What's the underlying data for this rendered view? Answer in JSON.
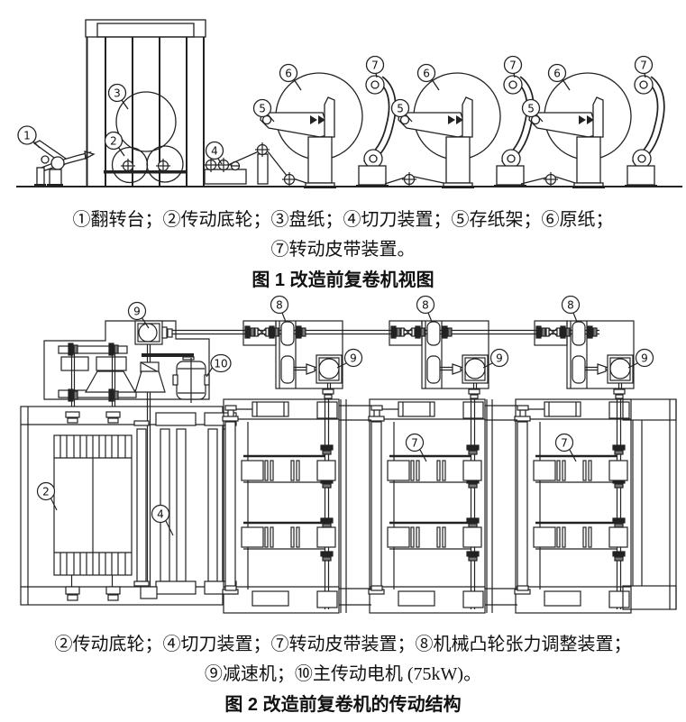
{
  "page": {
    "background": "#ffffff",
    "ink": "#1f1f1f"
  },
  "figure1": {
    "title": "图 1 改造前复卷机视图",
    "caption": [
      "①翻转台；②传动底轮；③盘纸；④切刀装置；⑤存纸架；⑥原纸；",
      "⑦转动皮带装置。"
    ],
    "legend": [
      {
        "mark": "①",
        "name": "翻转台"
      },
      {
        "mark": "②",
        "name": "传动底轮"
      },
      {
        "mark": "③",
        "name": "盘纸"
      },
      {
        "mark": "④",
        "name": "切刀装置"
      },
      {
        "mark": "⑤",
        "name": "存纸架"
      },
      {
        "mark": "⑥",
        "name": "原纸"
      },
      {
        "mark": "⑦",
        "name": "转动皮带装置"
      }
    ],
    "marks": {
      "m1": "1",
      "m2": "2",
      "m3": "3",
      "m4": "4",
      "m5": "5",
      "m6": "6",
      "m7": "7"
    }
  },
  "figure2": {
    "title": "图 2 改造前复卷机的传动结构",
    "caption": [
      "②传动底轮；④切刀装置；⑦转动皮带装置；⑧机械凸轮张力调整装置；",
      "⑨减速机；⑩主传动电机 (75kW)。"
    ],
    "legend": [
      {
        "mark": "②",
        "name": "传动底轮"
      },
      {
        "mark": "④",
        "name": "切刀装置"
      },
      {
        "mark": "⑦",
        "name": "转动皮带装置"
      },
      {
        "mark": "⑧",
        "name": "机械凸轮张力调整装置"
      },
      {
        "mark": "⑨",
        "name": "减速机"
      },
      {
        "mark": "⑩",
        "name": "主传动电机 (75kW)"
      }
    ],
    "marks": {
      "m2": "2",
      "m4": "4",
      "m7": "7",
      "m8": "8",
      "m9": "9",
      "m10": "10"
    }
  }
}
